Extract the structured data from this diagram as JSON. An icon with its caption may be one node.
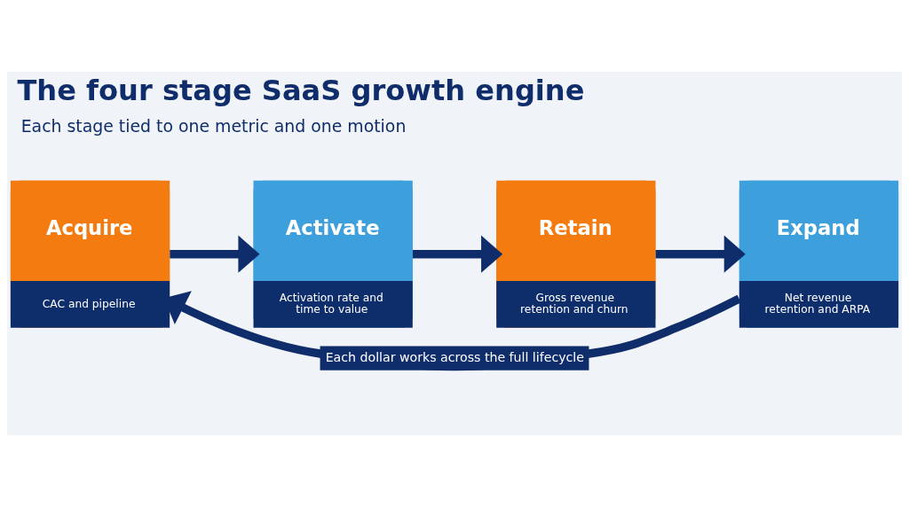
{
  "diagram": {
    "title": "The four stage SaaS growth engine",
    "nodes": [
      {
        "text": [
          "Acquire",
          "CAC and pipeline"
        ]
      },
      {
        "text": [
          "Activate",
          "Activation rate and time to value"
        ]
      },
      {
        "text": [
          "Retain",
          "Gross revenue retention and churn"
        ]
      },
      {
        "text": [
          "Expand",
          "Net revenue retention and ARPA"
        ]
      }
    ],
    "edges": [
      {
        "from": 0,
        "to": 1,
        "arrow": "to"
      },
      {
        "from": 1,
        "to": 2,
        "arrow": "to"
      },
      {
        "from": 2,
        "to": 3,
        "arrow": "to"
      },
      {
        "from": 3,
        "to": 0,
        "arrow": "to",
        "label": "Each dollar works across the full lifecycle"
      }
    ],
    "labels": [
      "Each stage tied to one metric and one motion"
    ]
  }
}
